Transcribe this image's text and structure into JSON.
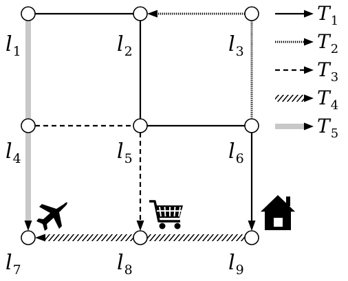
{
  "nodes": [
    {
      "id": "l1",
      "letter": "l",
      "sub": "1"
    },
    {
      "id": "l2",
      "letter": "l",
      "sub": "2"
    },
    {
      "id": "l3",
      "letter": "l",
      "sub": "3"
    },
    {
      "id": "l4",
      "letter": "l",
      "sub": "4"
    },
    {
      "id": "l5",
      "letter": "l",
      "sub": "5"
    },
    {
      "id": "l6",
      "letter": "l",
      "sub": "6"
    },
    {
      "id": "l7",
      "letter": "l",
      "sub": "7"
    },
    {
      "id": "l8",
      "letter": "l",
      "sub": "8"
    },
    {
      "id": "l9",
      "letter": "l",
      "sub": "9"
    }
  ],
  "legend": [
    {
      "id": "T1",
      "letter": "T",
      "sub": "1",
      "style": "solid"
    },
    {
      "id": "T2",
      "letter": "T",
      "sub": "2",
      "style": "dotted"
    },
    {
      "id": "T3",
      "letter": "T",
      "sub": "3",
      "style": "dashed"
    },
    {
      "id": "T4",
      "letter": "T",
      "sub": "4",
      "style": "hatched"
    },
    {
      "id": "T5",
      "letter": "T",
      "sub": "5",
      "style": "thick-gray"
    }
  ],
  "edges": [
    {
      "from": "l1",
      "to": "l2",
      "style": "solid",
      "arrow": false
    },
    {
      "from": "l2",
      "to": "l5",
      "style": "solid",
      "arrow": false
    },
    {
      "from": "l5",
      "to": "l6",
      "style": "solid",
      "arrow": false
    },
    {
      "from": "l6",
      "to": "l9",
      "style": "solid",
      "arrow": true
    },
    {
      "from": "l3",
      "to": "l2",
      "style": "dotted",
      "arrow": true
    },
    {
      "from": "l3",
      "to": "l6",
      "style": "dotted",
      "arrow": false
    },
    {
      "from": "l4",
      "to": "l5",
      "style": "dashed",
      "arrow": false
    },
    {
      "from": "l5",
      "to": "l8",
      "style": "dashed",
      "arrow": true
    },
    {
      "from": "l9",
      "to": "l7",
      "style": "hatched",
      "arrow": true
    },
    {
      "from": "l1",
      "to": "l7",
      "style": "thick-gray",
      "arrow": true
    }
  ],
  "icons": [
    {
      "name": "airplane-icon",
      "near": "l7"
    },
    {
      "name": "shopping-cart-icon",
      "near": "l8"
    },
    {
      "name": "house-icon",
      "near": "l9"
    }
  ],
  "colors": {
    "line": "#000000",
    "gray_path": "#c8c8c8",
    "node_fill": "#ffffff"
  }
}
